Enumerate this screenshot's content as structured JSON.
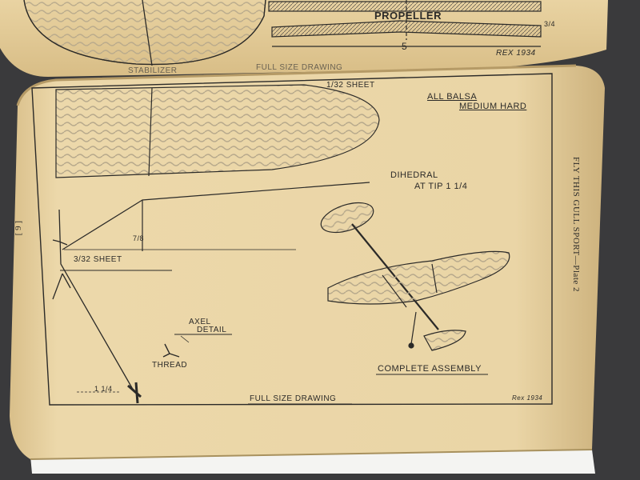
{
  "top_page": {
    "propeller_label": "PROPELLER",
    "stabilizer_label": "STABILIZER",
    "full_size_label": "FULL SIZE DRAWING",
    "dim_five": "5",
    "dim_three_quarter": "3/4",
    "signature": "REX 1934"
  },
  "plate": {
    "side_title": "FLY THIS GULL SPORT—Plate 2",
    "page_number": "[ 9 ]",
    "sheet_top": "1/32 SHEET",
    "material_line1": "ALL BALSA",
    "material_line2": "MEDIUM HARD",
    "dihedral_line1": "DIHEDRAL",
    "dihedral_line2": "AT TIP 1 1/4",
    "dim_vertical": "7/8",
    "sheet_mid": "3/32 SHEET",
    "axel_line1": "AXEL",
    "axel_line2": "DETAIL",
    "thread": "THREAD",
    "complete_assembly": "COMPLETE ASSEMBLY",
    "full_size": "FULL SIZE DRAWING",
    "dim_bottom": "1 1/4",
    "signature": "Rex 1934"
  },
  "colors": {
    "paper": "#e8d4a4",
    "paper_shadow": "#c9b07c",
    "ink": "#2b2a28",
    "background": "#3a3a3c"
  }
}
